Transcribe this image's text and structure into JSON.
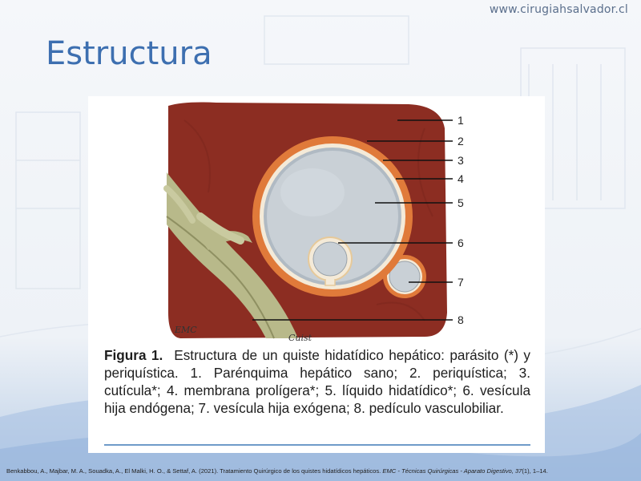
{
  "header": {
    "website": "www.cirugiahsalvador.cl",
    "title": "Estructura"
  },
  "figure": {
    "labels": [
      "1",
      "2",
      "3",
      "4",
      "5",
      "6",
      "7",
      "8"
    ],
    "signature_left": "EMC",
    "signature_right": "Cuist",
    "caption_label": "Figura 1.",
    "caption_text": "Estructura de un quiste hidatídico hepático: parásito (*) y periquística. 1. Parénquima hepático sano; 2. periquística; 3. cutícula*; 4. membrana prolígera*; 5. líquido hidatídico*; 6. vesícula hija endógena; 7. vesícula hija exógena; 8. pedículo vasculobiliar."
  },
  "citation": {
    "authors": "Benkabbou, A., Majbar, M. A., Souadka, A., El Malki, H. O., & Settaf, A. (2021). Tratamiento Quirúrgico de los quistes hidatídicos hepáticos. ",
    "journal": "EMC - Técnicas Quirúrgicas - Aparato Digestivo, 37",
    "tail": "(1), 1–14."
  },
  "colors": {
    "parenchyma": "#8c2d22",
    "pericyst": "#e07a3a",
    "cuticle": "#f4ead8",
    "fluid": "#c9d0d6",
    "pedicle": "#b8b98a",
    "title_blue": "#3d6fb0"
  }
}
